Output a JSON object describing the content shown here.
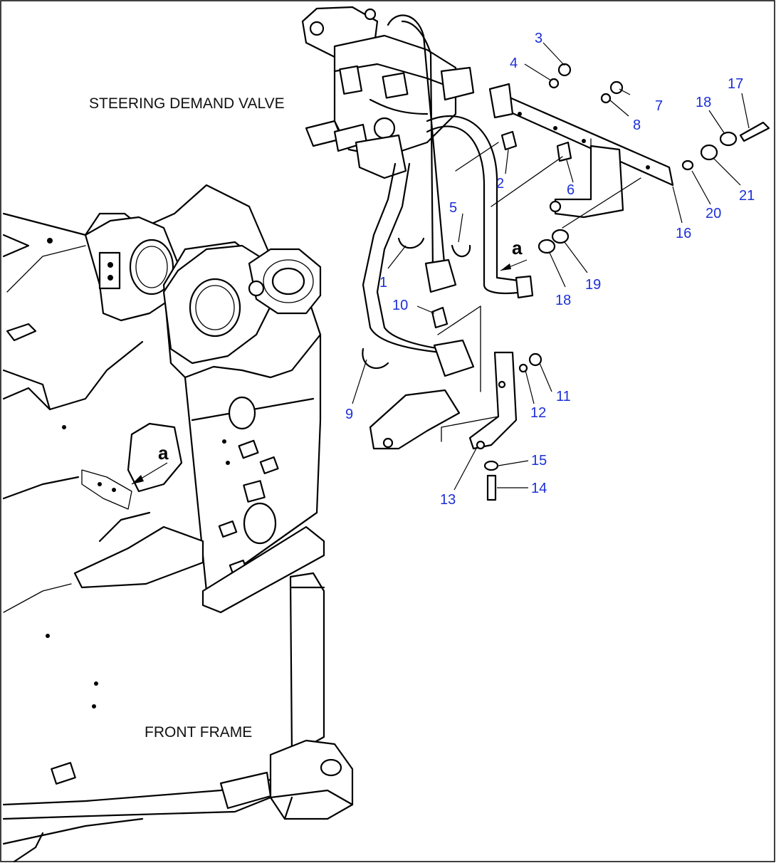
{
  "labels": {
    "steering_demand_valve": "STEERING DEMAND VALVE",
    "front_frame": "FRONT FRAME",
    "view_marker_upper": "a",
    "view_marker_lower": "a"
  },
  "callouts": [
    {
      "id": "c1",
      "text": "1"
    },
    {
      "id": "c2",
      "text": "2"
    },
    {
      "id": "c3",
      "text": "3"
    },
    {
      "id": "c4",
      "text": "4"
    },
    {
      "id": "c5",
      "text": "5"
    },
    {
      "id": "c6",
      "text": "6"
    },
    {
      "id": "c7",
      "text": "7"
    },
    {
      "id": "c8",
      "text": "8"
    },
    {
      "id": "c9",
      "text": "9"
    },
    {
      "id": "c10",
      "text": "10"
    },
    {
      "id": "c11",
      "text": "11"
    },
    {
      "id": "c12",
      "text": "12"
    },
    {
      "id": "c13",
      "text": "13"
    },
    {
      "id": "c14",
      "text": "14"
    },
    {
      "id": "c15",
      "text": "15"
    },
    {
      "id": "c16",
      "text": "16"
    },
    {
      "id": "c17",
      "text": "17"
    },
    {
      "id": "c18a",
      "text": "18"
    },
    {
      "id": "c18b",
      "text": "18"
    },
    {
      "id": "c19",
      "text": "19"
    },
    {
      "id": "c20",
      "text": "20"
    },
    {
      "id": "c21",
      "text": "21"
    }
  ],
  "colors": {
    "callout": "#1c2fd6",
    "line": "#000000",
    "background": "#ffffff"
  }
}
